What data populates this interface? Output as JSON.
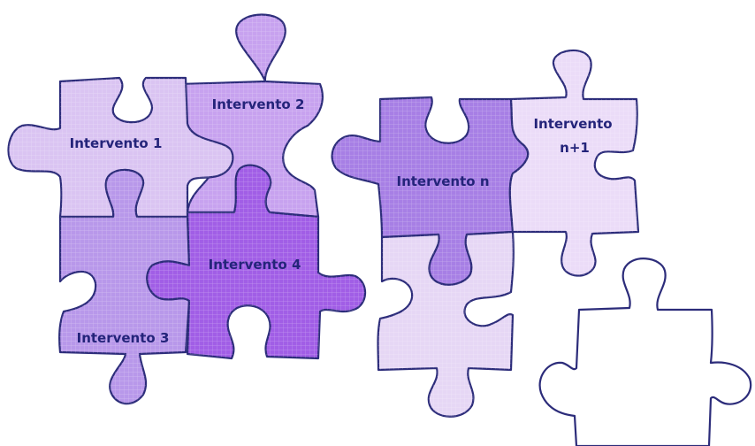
{
  "pieces": [
    {
      "id": "p1",
      "label": "Intervento 1",
      "fill": "#dac4f2"
    },
    {
      "id": "p2",
      "label": "Intervento 2",
      "fill": "#c7a2ef"
    },
    {
      "id": "p3",
      "label": "Intervento 3",
      "fill": "#b898ea"
    },
    {
      "id": "p4",
      "label": "Intervento 4",
      "fill": "#a15ee6"
    },
    {
      "id": "pn",
      "label": "Intervento n",
      "fill": "#a77fe5"
    },
    {
      "id": "pn1",
      "label_line1": "Intervento",
      "label_line2": "n+1",
      "fill": "#ebdcf8"
    },
    {
      "id": "pe1",
      "fill": "#e6d7f5"
    },
    {
      "id": "pe2",
      "fill": "#ffffff"
    }
  ],
  "colors": {
    "outline": "#2c2c7a",
    "label_text": "#24247a",
    "grid": "#ffffff"
  }
}
